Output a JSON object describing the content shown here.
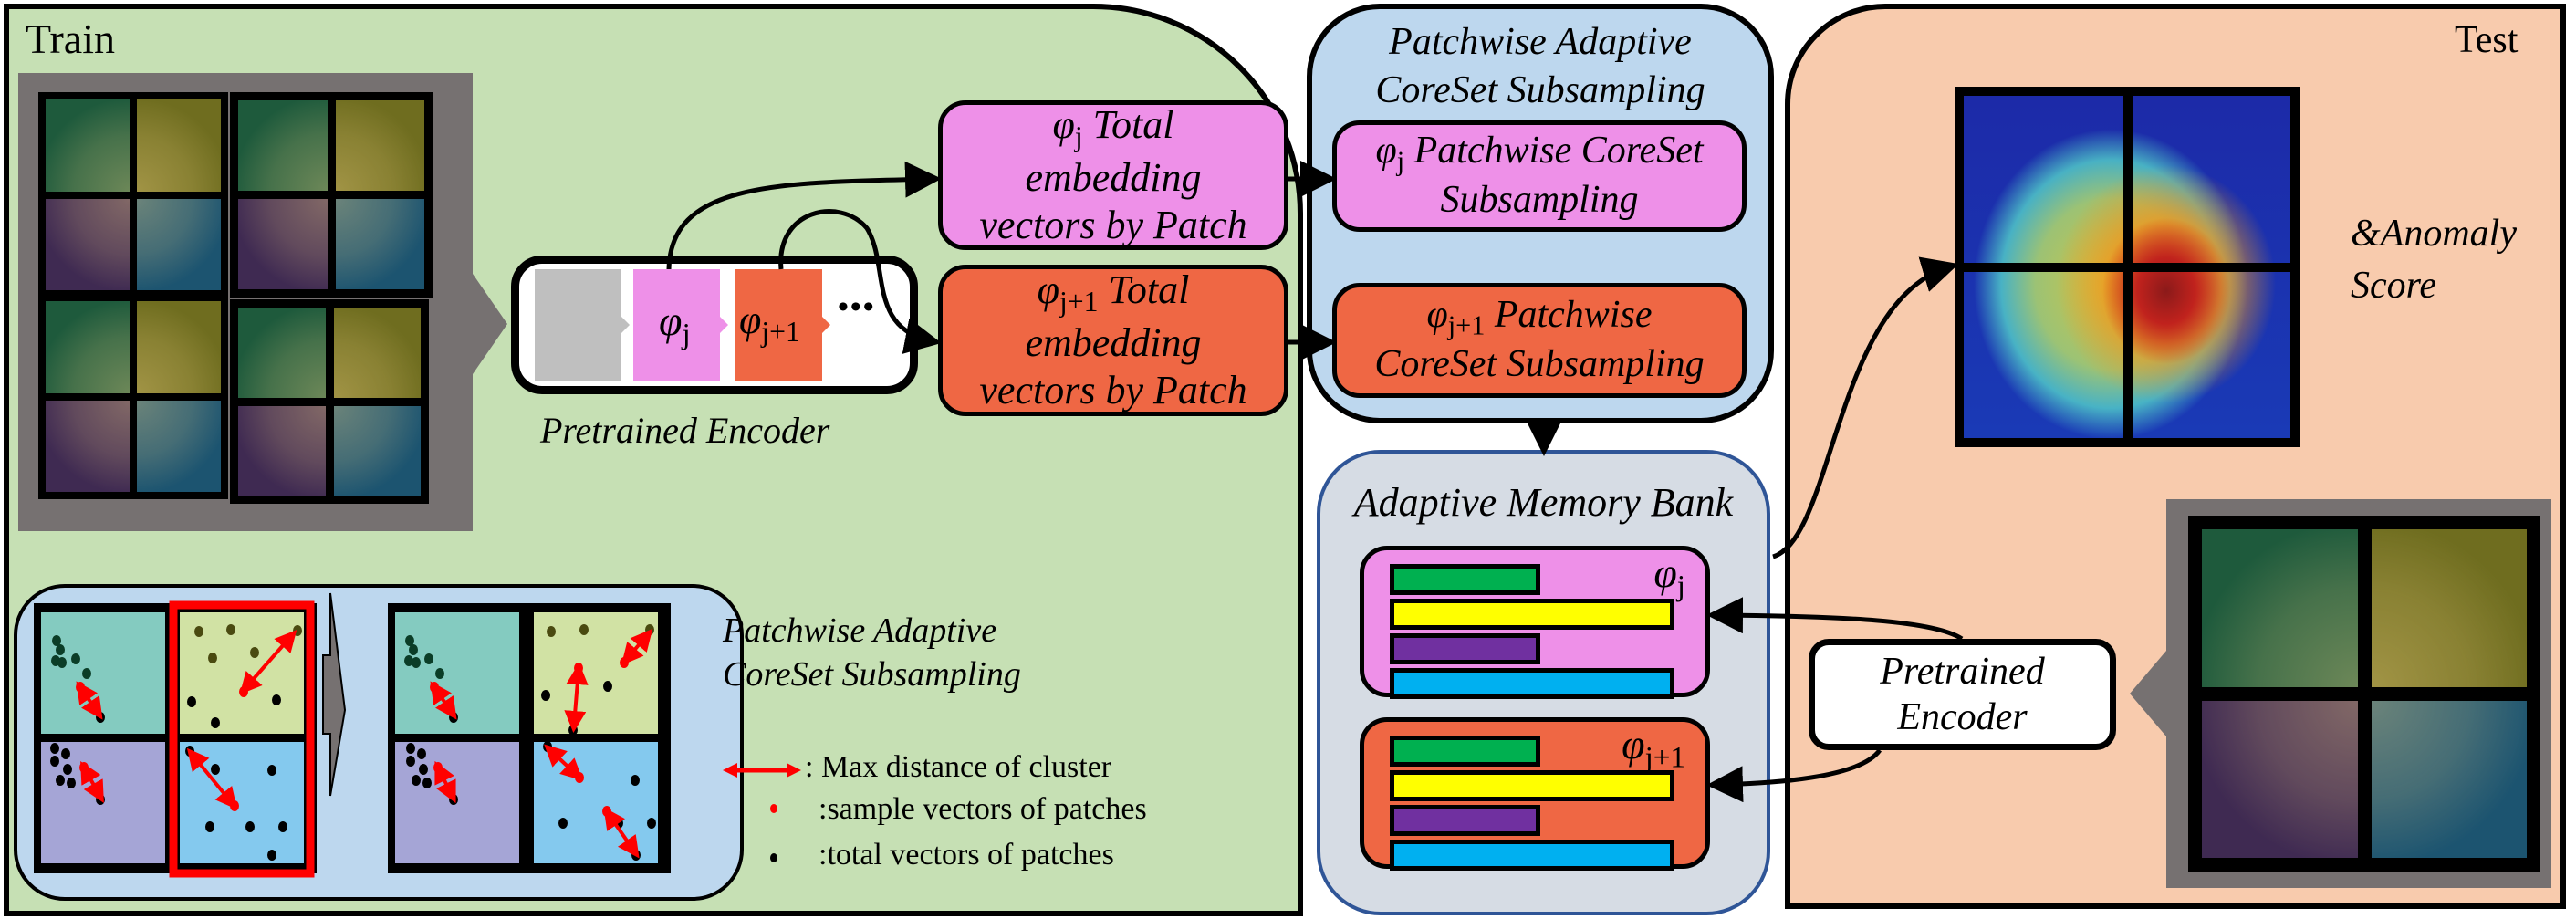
{
  "train": {
    "title": "Train",
    "encoder_caption": "Pretrained Encoder",
    "encoder_layers": [
      {
        "symbol": "",
        "subscript": "",
        "color": "#bfbfbf"
      },
      {
        "symbol": "φ",
        "subscript": "j",
        "color": "#ee90e8"
      },
      {
        "symbol": "φ",
        "subscript": "j+1",
        "color": "#ef6744"
      }
    ],
    "ellipsis": "•••",
    "embedding_boxes": [
      {
        "symbol": "φ",
        "subscript": "j",
        "line1": "Total",
        "line2": "embedding",
        "line3": "vectors by Patch",
        "color": "#ee90e8"
      },
      {
        "symbol": "φ",
        "subscript": "j+1",
        "line1": "Total",
        "line2": "embedding",
        "line3": "vectors by Patch",
        "color": "#ef6744"
      }
    ],
    "image_tiles_colors": [
      "#1e5a3c",
      "#6f6d1f",
      "#3f2a52",
      "#1c5470"
    ],
    "coreset_illustration": {
      "title_line1": "Patchwise Adaptive",
      "title_line2": "CoreSet Subsampling",
      "quadrant_colors": [
        "#84cbc0",
        "#d1e2a4",
        "#a5a5d6",
        "#84c9ee"
      ],
      "highlight_color": "#ff0000"
    },
    "legend": [
      {
        "icon": "double-arrow-icon",
        "text": ": Max distance of cluster"
      },
      {
        "icon": "red-dot-icon",
        "text": ":sample vectors of patches"
      },
      {
        "icon": "black-dot-icon",
        "text": ":total vectors of patches"
      }
    ]
  },
  "coreset": {
    "title_line1": "Patchwise Adaptive",
    "title_line2": "CoreSet Subsampling",
    "boxes": [
      {
        "symbol": "φ",
        "subscript": "j",
        "line1": "Patchwise CoreSet",
        "line2": "Subsampling",
        "color": "#ee90e8"
      },
      {
        "symbol": "φ",
        "subscript": "j+1",
        "line1": "Patchwise",
        "line2": "CoreSet Subsampling",
        "color": "#ef6744"
      }
    ]
  },
  "memory_bank": {
    "title": "Adaptive Memory Bank",
    "banks": [
      {
        "symbol": "φ",
        "subscript": "j",
        "color": "#ee90e8",
        "bars": [
          {
            "color": "#00b050",
            "fill": 0.53
          },
          {
            "color": "#ffff00",
            "fill": 1.0
          },
          {
            "color": "#7030a0",
            "fill": 0.53
          },
          {
            "color": "#00b0f0",
            "fill": 1.0
          }
        ]
      },
      {
        "symbol": "φ",
        "subscript": "j+1",
        "color": "#ef6744",
        "bars": [
          {
            "color": "#00b050",
            "fill": 0.53
          },
          {
            "color": "#ffff00",
            "fill": 1.0
          },
          {
            "color": "#7030a0",
            "fill": 0.53
          },
          {
            "color": "#00b0f0",
            "fill": 1.0
          }
        ]
      }
    ]
  },
  "test": {
    "title": "Test",
    "anomaly_line1": "&Anomaly",
    "anomaly_line2": "Score",
    "encoder_line1": "Pretrained",
    "encoder_line2": "Encoder",
    "image_tiles_colors": [
      "#1e5a3c",
      "#6f6d1f",
      "#3f2a52",
      "#1c5470"
    ]
  },
  "colors": {
    "train_bg": "#c6e0b4",
    "coreset_bg": "#bdd7ee",
    "memory_bg": "#d6dce4",
    "memory_border": "#2f5597",
    "test_bg": "#f8cbad",
    "frame_gray": "#767171"
  }
}
